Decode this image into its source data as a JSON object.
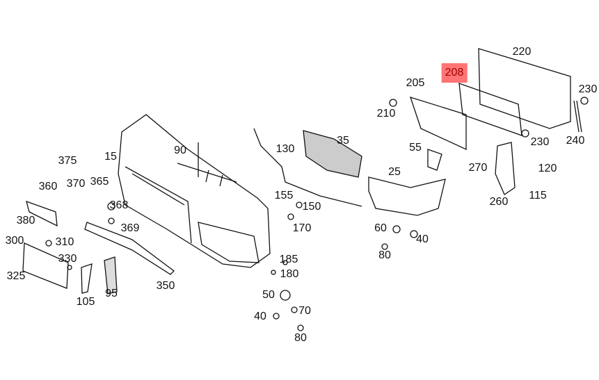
{
  "highlight_color": "#ff7474",
  "highlighted_part": "208",
  "labels": [
    "220",
    "208",
    "205",
    "230",
    "210",
    "230",
    "240",
    "35",
    "130",
    "90",
    "15",
    "55",
    "270",
    "120",
    "375",
    "370",
    "365",
    "360",
    "368",
    "25",
    "155",
    "150",
    "115",
    "260",
    "369",
    "380",
    "170",
    "60",
    "40",
    "300",
    "310",
    "80",
    "185",
    "330",
    "180",
    "325",
    "350",
    "95",
    "105",
    "50",
    "70",
    "40",
    "80"
  ]
}
